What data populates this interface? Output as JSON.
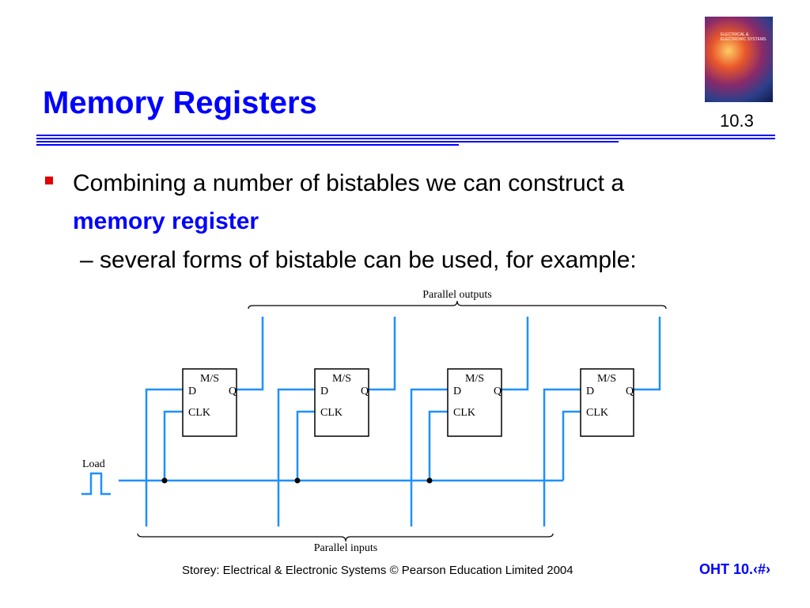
{
  "slide": {
    "title": "Memory Registers",
    "number": "10.3",
    "cover_text": "ELECTRICAL & ELECTRONIC SYSTEMS"
  },
  "bullets": {
    "main_text": "Combining a number of bistables we can construct a",
    "main_keyword": "memory register",
    "sub_dash": "–",
    "sub_text": "several forms of bistable can be used, for example:"
  },
  "diagram": {
    "top_label": "Parallel outputs",
    "bottom_label": "Parallel inputs",
    "load_label": "Load",
    "flipflops": [
      {
        "type": "M/S",
        "d": "D",
        "q": "Q",
        "clk": "CLK"
      },
      {
        "type": "M/S",
        "d": "D",
        "q": "Q",
        "clk": "CLK"
      },
      {
        "type": "M/S",
        "d": "D",
        "q": "Q",
        "clk": "CLK"
      },
      {
        "type": "M/S",
        "d": "D",
        "q": "Q",
        "clk": "CLK"
      }
    ],
    "wire_color": "#1e90ff"
  },
  "footer": {
    "credit": "Storey: Electrical & Electronic Systems © Pearson Education Limited 2004",
    "page_ref": "OHT 10.‹#›"
  }
}
